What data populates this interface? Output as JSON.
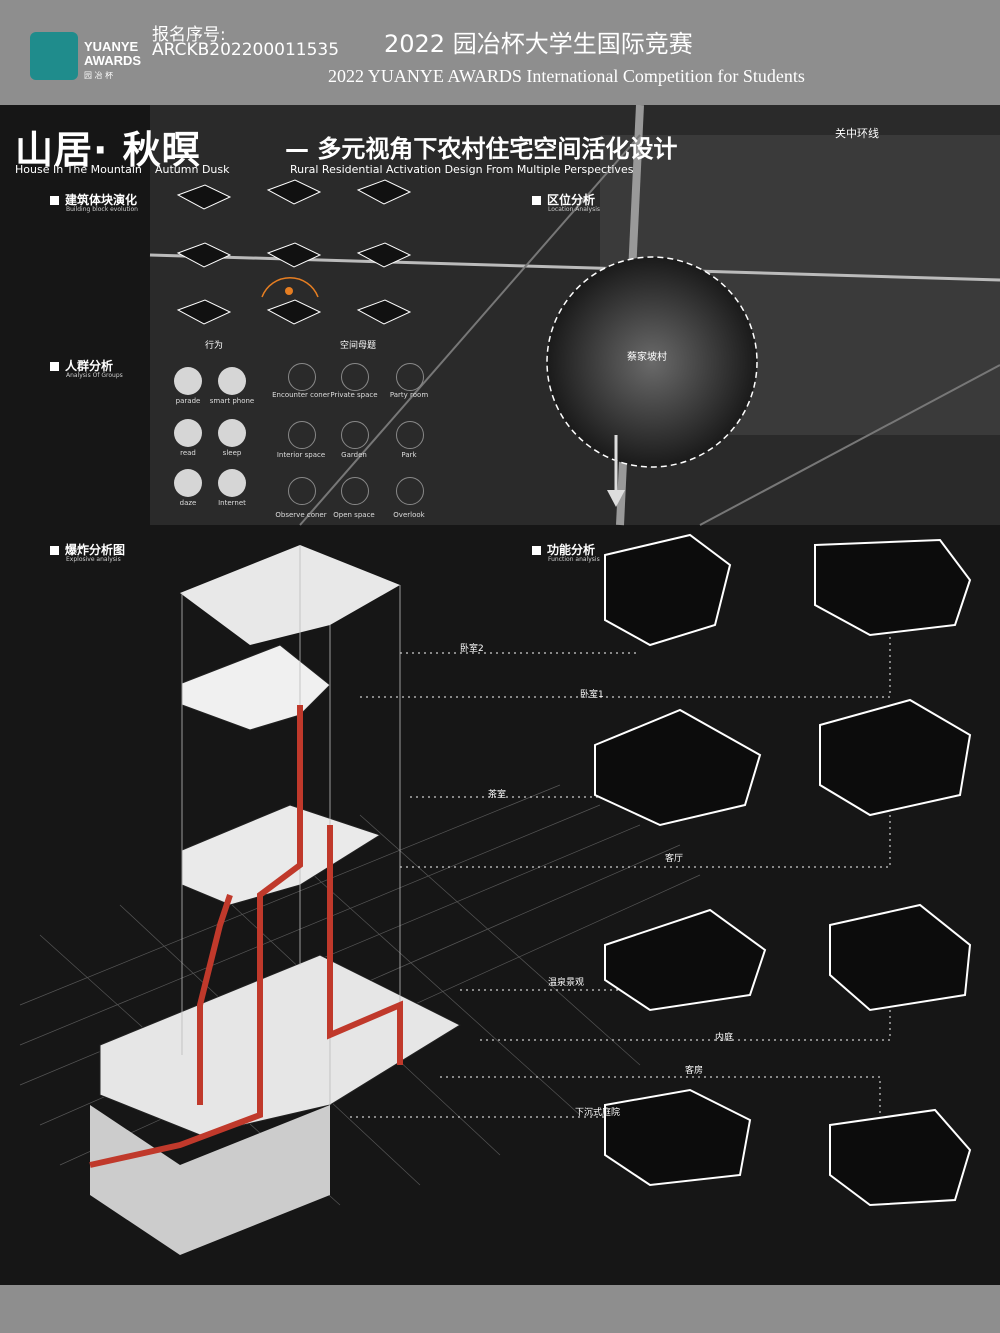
{
  "header": {
    "logo_text": "YUANYE\nAWARDS",
    "logo_sub": "园 冶 杯",
    "reg_label": "报名序号:",
    "reg_no": "ARCKB202200011535",
    "title_cn": "2022 园冶杯大学生国际竞赛",
    "title_en": "2022 YUANYE AWARDS International Competition for  Students"
  },
  "poster": {
    "main_title_cn": "山居· 秋暝",
    "main_title_en_1": "House In The Mountain",
    "main_title_en_2": "Autumn Dusk",
    "subtitle_cn": "— 多元视角下农村住宅空间活化设计",
    "subtitle_en": "Rural Residential Activation Design From Multiple Perspectives",
    "location_tag": "关中环线",
    "village_label": "蔡家坡村"
  },
  "sections": {
    "block_evolution": {
      "cn": "建筑体块演化",
      "en": "Building block evolution",
      "labels": [
        "行为",
        "空间母题"
      ]
    },
    "location": {
      "cn": "区位分析",
      "en": "Location Analysis"
    },
    "groups": {
      "cn": "人群分析",
      "en": "Analysis Of Groups"
    },
    "explosive": {
      "cn": "爆炸分析图",
      "en": "Explosive analysis"
    },
    "function": {
      "cn": "功能分析",
      "en": "Function analysis"
    }
  },
  "group_icons_left": [
    "parade",
    "smart phone",
    "read",
    "sleep",
    "daze",
    "Internet"
  ],
  "group_icons_right": [
    "Encounter coner",
    "Private space",
    "Party room",
    "Interior space",
    "Garden",
    "Park",
    "Observe coner",
    "Open space",
    "Overlook"
  ],
  "rooms": [
    "卧室2",
    "卧室1",
    "茶室",
    "客厅",
    "温泉景观",
    "内庭",
    "客房",
    "下沉式庭院"
  ],
  "colors": {
    "accent": "#c0392b",
    "brand": "#1f8c8c",
    "board": "#161616",
    "frame": "#8e8e8e"
  }
}
